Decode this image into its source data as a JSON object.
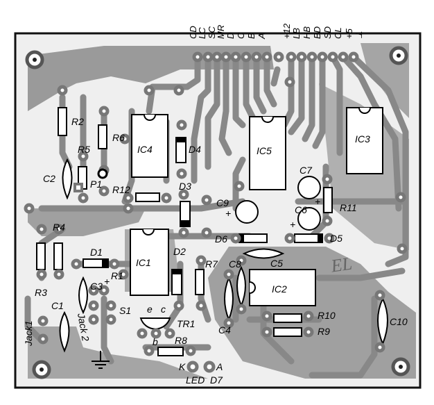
{
  "diagram": {
    "type": "pcb-layout",
    "top_pins_left": [
      "CD",
      "LC",
      "SC",
      "MR",
      "D",
      "C",
      "B",
      "A"
    ],
    "top_pins_right": [
      "+12",
      "LB",
      "HB",
      "BD",
      "SD",
      "CL",
      "+5",
      "⊥"
    ],
    "ics": [
      "IC1",
      "IC2",
      "IC3",
      "IC4",
      "IC5"
    ],
    "resistors": [
      "R1",
      "R2",
      "R3",
      "R4",
      "R5",
      "R6",
      "R7",
      "R8",
      "R9",
      "R10",
      "R11",
      "R12"
    ],
    "capacitors": [
      "C1",
      "C2",
      "C3",
      "C4",
      "C5",
      "C6",
      "C7",
      "C8",
      "C9",
      "C10"
    ],
    "diodes": [
      "D1",
      "D2",
      "D3",
      "D4",
      "D5",
      "D6"
    ],
    "misc": {
      "p1": "P1",
      "s1": "S1",
      "tr1": "TR1",
      "tr1_e": "e",
      "tr1_c": "c",
      "tr1_b": "b",
      "jack1": "Jack1",
      "jack2": "Jack 2",
      "led_k": "K",
      "led_a": "A",
      "led_label": "LED  D7",
      "plus1": "+",
      "plus2": "+",
      "plus3": "+",
      "plus4": "+",
      "handwritten": "EL"
    }
  }
}
